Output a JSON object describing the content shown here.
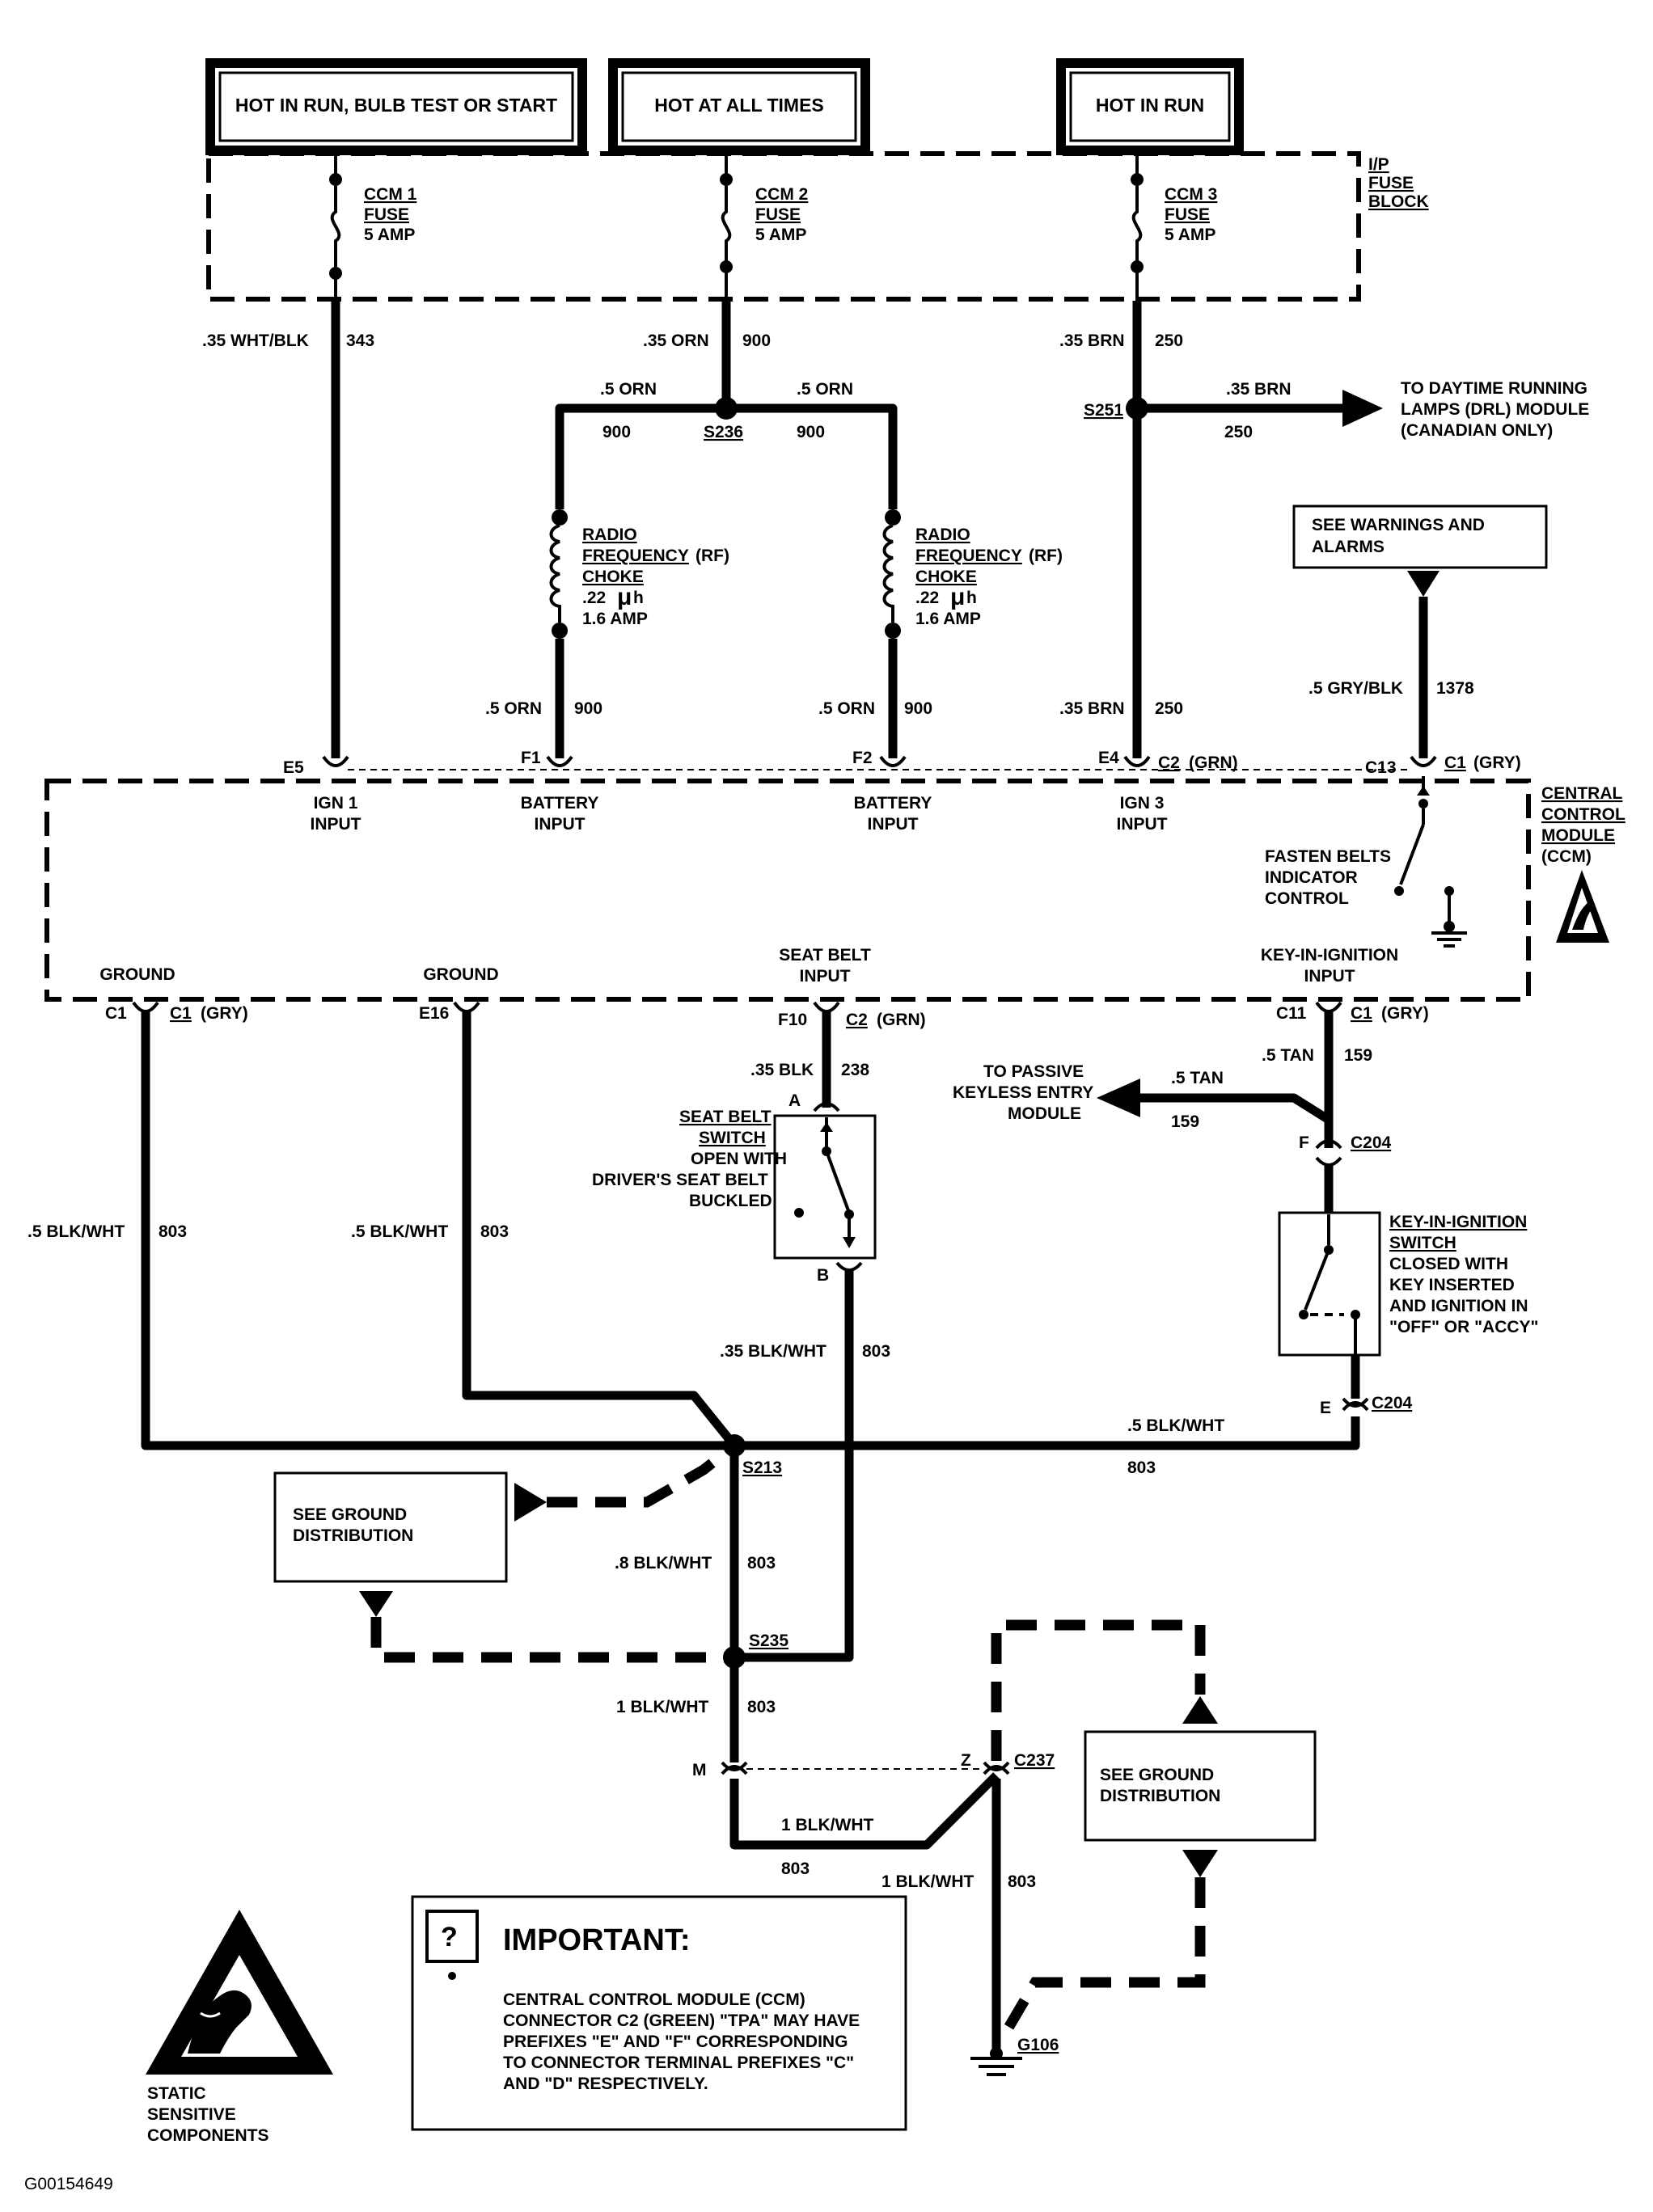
{
  "power_sources": {
    "run_bulb_start": "HOT IN RUN, BULB TEST OR START",
    "at_all_times": "HOT AT ALL TIMES",
    "in_run": "HOT IN RUN"
  },
  "fuse_block": {
    "l1": "I/P",
    "l2": "FUSE",
    "l3": "BLOCK"
  },
  "fuses": [
    {
      "name": "CCM 1",
      "type": "FUSE",
      "rating": "5 AMP"
    },
    {
      "name": "CCM 2",
      "type": "FUSE",
      "rating": "5 AMP"
    },
    {
      "name": "CCM 3",
      "type": "FUSE",
      "rating": "5 AMP"
    }
  ],
  "wires": {
    "w343_color": ".35 WHT/BLK",
    "w343_circuit": "343",
    "w900_top_color": ".35 ORN",
    "w900_top_circuit": "900",
    "w900_left_color": ".5 ORN",
    "w900_left_circuit": "900",
    "w900_right_color": ".5 ORN",
    "w900_right_circuit": "900",
    "w900_f1_color": ".5 ORN",
    "w900_f1_circuit": "900",
    "w900_f2_color": ".5 ORN",
    "w900_f2_circuit": "900",
    "w250_top_color": ".35 BRN",
    "w250_top_circuit": "250",
    "w250_drl_color": ".35 BRN",
    "w250_drl_circuit": "250",
    "w250_e4_color": ".35 BRN",
    "w250_e4_circuit": "250",
    "w1378_color": ".5 GRY/BLK",
    "w1378_circuit": "1378",
    "w803_c1_color": ".5 BLK/WHT",
    "w803_c1_circuit": "803",
    "w803_e16_color": ".5 BLK/WHT",
    "w803_e16_circuit": "803",
    "w238_color": ".35 BLK",
    "w238_circuit": "238",
    "w159_color": ".5 TAN",
    "w159_circuit": "159",
    "w159_pke_color": ".5 TAN",
    "w159_pke_circuit": "159",
    "w803_seatb_color": ".35 BLK/WHT",
    "w803_seatb_circuit": "803",
    "w803_key_color": ".5 BLK/WHT",
    "w803_key_circuit": "803",
    "w803_s213_color": ".8 BLK/WHT",
    "w803_s213_circuit": "803",
    "w803_s235_color": "1 BLK/WHT",
    "w803_s235_circuit": "803",
    "w803_m_color": "1 BLK/WHT",
    "w803_m_circuit": "803",
    "w803_g106_color": "1 BLK/WHT",
    "w803_g106_circuit": "803"
  },
  "splices": {
    "s236": "S236",
    "s251": "S251",
    "s213": "S213",
    "s235": "S235"
  },
  "drl": {
    "l1": "TO DAYTIME RUNNING",
    "l2": "LAMPS (DRL) MODULE",
    "l3": "(CANADIAN ONLY)"
  },
  "chokes": {
    "left": {
      "l1": "RADIO",
      "l2": "FREQUENCY",
      "l2b": "(RF)",
      "l3": "CHOKE",
      "l4": ".22",
      "mu": "μ",
      "h": "h",
      "l5": "1.6 AMP"
    },
    "right": {
      "l1": "RADIO",
      "l2": "FREQUENCY",
      "l2b": "(RF)",
      "l3": "CHOKE",
      "l4": ".22",
      "mu": "μ",
      "h": "h",
      "l5": "1.6 AMP"
    }
  },
  "warnings_box": {
    "l1": "SEE WARNINGS AND",
    "l2": "ALARMS"
  },
  "ccm": {
    "label_l1": "CENTRAL",
    "label_l2": "CONTROL",
    "label_l3": "MODULE",
    "label_l4": "(CCM)",
    "top_pins": {
      "e5": "E5",
      "f1": "F1",
      "f2": "F2",
      "e4": "E4",
      "c2_top": "C2",
      "c2_top_color": "(GRN)",
      "c13": "C13",
      "c1_top": "C1",
      "c1_top_color": "(GRY)"
    },
    "inputs": {
      "ign1_l1": "IGN 1",
      "ign1_l2": "INPUT",
      "batt1_l1": "BATTERY",
      "batt1_l2": "INPUT",
      "batt2_l1": "BATTERY",
      "batt2_l2": "INPUT",
      "ign3_l1": "IGN 3",
      "ign3_l2": "INPUT"
    },
    "fasten": {
      "l1": "FASTEN BELTS",
      "l2": "INDICATOR",
      "l3": "CONTROL"
    },
    "ground1": "GROUND",
    "ground2": "GROUND",
    "seatbelt_l1": "SEAT BELT",
    "seatbelt_l2": "INPUT",
    "keyin_l1": "KEY-IN-IGNITION",
    "keyin_l2": "INPUT",
    "bottom_pins": {
      "c1": "C1",
      "c1_conn": "C1",
      "c1_color": "(GRY)",
      "e16": "E16",
      "f10": "F10",
      "c2": "C2",
      "c2_color": "(GRN)",
      "c11": "C11",
      "c1b": "C1",
      "c1b_color": "(GRY)"
    }
  },
  "seatbelt_switch": {
    "a": "A",
    "b": "B",
    "l1": "SEAT BELT",
    "l2": "SWITCH",
    "l3": "OPEN WITH",
    "l4": "DRIVER'S SEAT BELT",
    "l5": "BUCKLED"
  },
  "pke": {
    "l1": "TO PASSIVE",
    "l2": "KEYLESS ENTRY",
    "l3": "MODULE"
  },
  "keyin_switch": {
    "l1": "KEY-IN-IGNITION",
    "l2": "SWITCH",
    "l3": "CLOSED WITH",
    "l4": "KEY INSERTED",
    "l5": "AND IGNITION IN",
    "l6": "\"OFF\" OR \"ACCY\""
  },
  "c204": {
    "f": "F",
    "f_conn": "C204",
    "e": "E",
    "e_conn": "C204"
  },
  "ground_dist_1": {
    "l1": "SEE GROUND",
    "l2": "DISTRIBUTION"
  },
  "ground_dist_2": {
    "l1": "SEE GROUND",
    "l2": "DISTRIBUTION"
  },
  "c237": {
    "m": "M",
    "z": "Z",
    "conn": "C237"
  },
  "g106": "G106",
  "important": {
    "title": "IMPORTANT:",
    "l1": "CENTRAL CONTROL MODULE (CCM)",
    "l2": "CONNECTOR C2 (GREEN) \"TPA\" MAY HAVE",
    "l3": "PREFIXES \"E\" AND \"F\" CORRESPONDING",
    "l4": "TO CONNECTOR TERMINAL PREFIXES \"C\"",
    "l5": "AND \"D\" RESPECTIVELY."
  },
  "static": {
    "l1": "STATIC",
    "l2": "SENSITIVE",
    "l3": "COMPONENTS"
  },
  "figure_id": "G00154649"
}
